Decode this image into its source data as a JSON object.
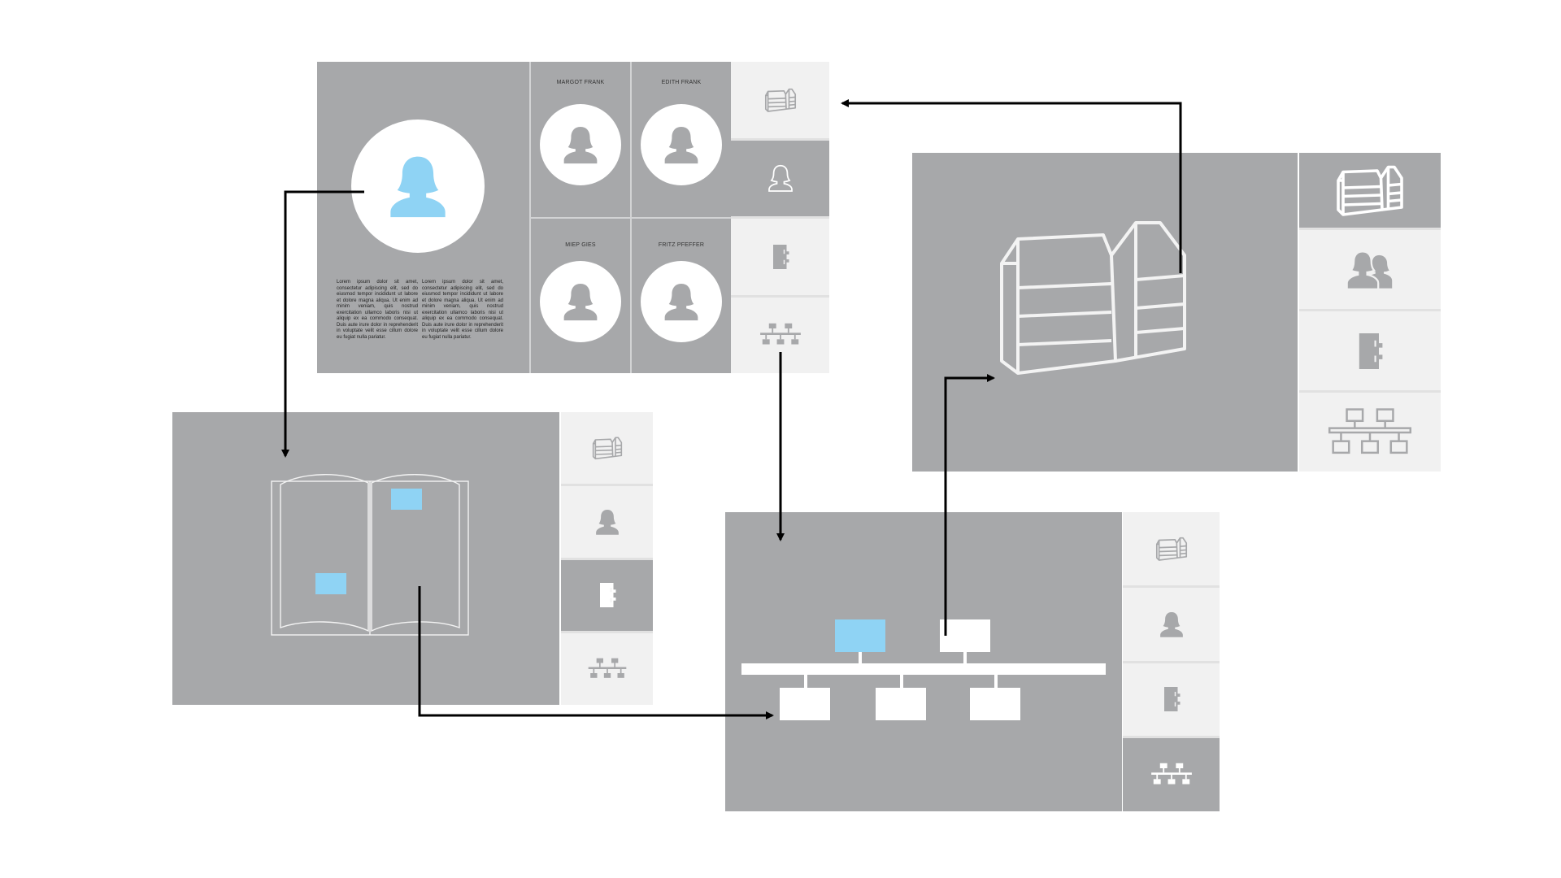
{
  "people": {
    "names": [
      "MARGOT FRANK",
      "EDITH FRANK",
      "MIEP GIES",
      "FRITZ PFEFFER"
    ],
    "bio_col1": "Lorem ipsum dolor sit amet, consectetur adipiscing elit, sed do eiusmod tempor incididunt ut labore et dolore magna aliqua. Ut enim ad minim veniam, quis nostrud exercitation ullamco laboris nisi ut aliquip ex ea commodo consequat. Duis aute irure dolor in reprehenderit in voluptate velit esse cillum dolore eu fugiat nulla pariatur.",
    "bio_col2": "Lorem ipsum dolor sit amet, consectetur adipiscing elit, sed do eiusmod tempor incididunt ut labore et dolore magna aliqua. Ut enim ad minim veniam, quis nostrud exercitation ullamco laboris nisi ut aliquip ex ea commodo consequat. Duis aute irure dolor in reprehenderit in voluptate velit esse cillum dolore eu fugiat nulla pariatur."
  },
  "sidebar_icons": [
    "building-icon",
    "person-icon",
    "notebook-icon",
    "network-icon"
  ],
  "colors": {
    "panel": "#a7a8aa",
    "sidebar_button": "#f1f1f1",
    "highlight": "#8fd3f4",
    "arrow": "#000000"
  }
}
